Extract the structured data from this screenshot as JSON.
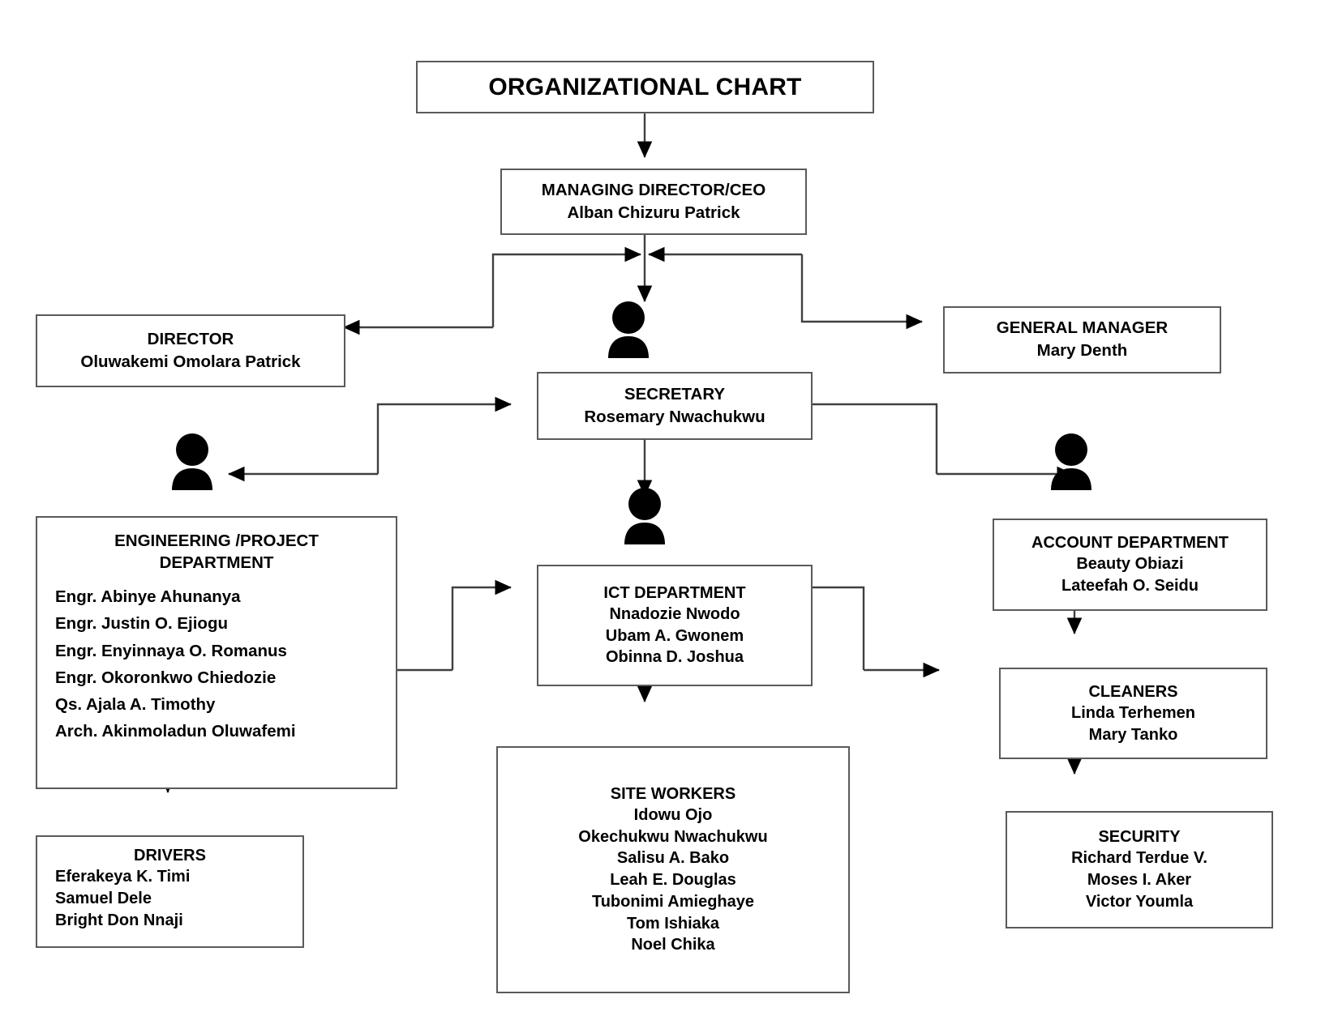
{
  "chart": {
    "title": "ORGANIZATIONAL CHART",
    "type": "organizational-chart"
  },
  "nodes": {
    "title": {
      "label": "ORGANIZATIONAL CHART"
    },
    "md": {
      "title": "MANAGING DIRECTOR/CEO",
      "names": [
        "Alban Chizuru Patrick"
      ]
    },
    "director": {
      "title": "DIRECTOR",
      "names": [
        "Oluwakemi Omolara Patrick"
      ]
    },
    "general_manager": {
      "title": "GENERAL MANAGER",
      "names": [
        "Mary Denth"
      ]
    },
    "secretary": {
      "title": "SECRETARY",
      "names": [
        "Rosemary Nwachukwu"
      ]
    },
    "engineering": {
      "title_line1": "ENGINEERING /PROJECT",
      "title_line2": "DEPARTMENT",
      "names": [
        "Engr. Abinye Ahunanya",
        "Engr. Justin O. Ejiogu",
        "Engr. Enyinnaya O. Romanus",
        "Engr. Okoronkwo Chiedozie",
        "Qs. Ajala A. Timothy",
        "Arch. Akinmoladun Oluwafemi"
      ]
    },
    "drivers": {
      "title": "DRIVERS",
      "names": [
        "Eferakeya K. Timi",
        "Samuel Dele",
        "Bright Don Nnaji"
      ]
    },
    "ict": {
      "title": "ICT DEPARTMENT",
      "names": [
        "Nnadozie Nwodo",
        "Ubam A. Gwonem",
        "Obinna D. Joshua"
      ]
    },
    "site_workers": {
      "title": "SITE WORKERS",
      "names": [
        "Idowu Ojo",
        "Okechukwu Nwachukwu",
        "Salisu A. Bako",
        "Leah E. Douglas",
        "Tubonimi Amieghaye",
        "Tom Ishiaka",
        "Noel Chika"
      ]
    },
    "account": {
      "title": "ACCOUNT DEPARTMENT",
      "names": [
        "Beauty Obiazi",
        "Lateefah O. Seidu"
      ]
    },
    "cleaners": {
      "title": "CLEANERS",
      "names": [
        "Linda Terhemen",
        "Mary Tanko"
      ]
    },
    "security": {
      "title": "SECURITY",
      "names": [
        "Richard Terdue V.",
        "Moses I. Aker",
        "Victor Youmla"
      ]
    }
  },
  "icons": {
    "person": "person-icon"
  },
  "colors": {
    "border": "#5a5a5a",
    "line": "#404040",
    "text": "#000000",
    "background": "#ffffff"
  }
}
